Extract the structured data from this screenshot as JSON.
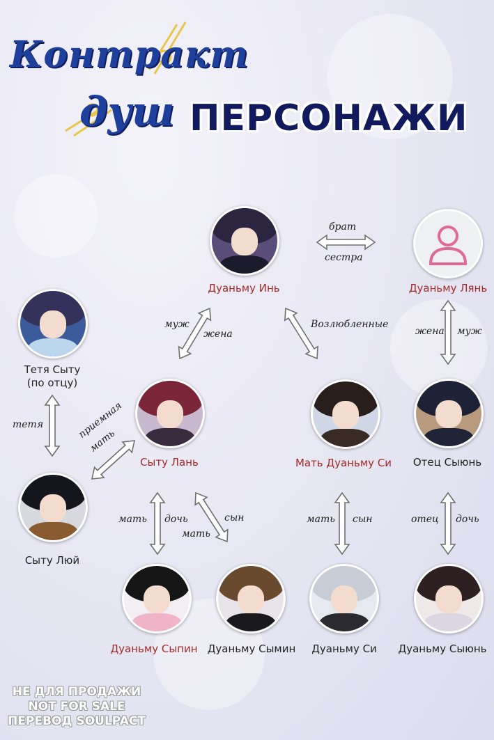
{
  "logo": {
    "line1": "Контракт",
    "line2": "душ"
  },
  "title": "ПЕРСОНАЖИ",
  "colors": {
    "highlight_name": "#a52a2a",
    "regular_name": "#222222",
    "title": "#111a5c"
  },
  "characters": {
    "yin": {
      "name": "Дуаньму Инь"
    },
    "lian": {
      "name": "Дуаньму Лянь"
    },
    "aunt": {
      "name": "Тетя Сыту",
      "name2": "(по отцу)"
    },
    "lan": {
      "name": "Сыту Лань"
    },
    "mother_si": {
      "name": "Мать Дуаньму Си"
    },
    "father": {
      "name": "Отец Сыюнь"
    },
    "lui": {
      "name": "Сыту Люй"
    },
    "sypin": {
      "name": "Дуаньму Сыпин"
    },
    "symin": {
      "name": "Дуаньму Сымин"
    },
    "si": {
      "name": "Дуаньму Си"
    },
    "syun": {
      "name": "Дуаньму Сыюнь"
    }
  },
  "relations": {
    "brat": "брат",
    "sestra": "сестра",
    "muzh1": "муж",
    "zhena1": "жена",
    "vozl": "Возлюбленные",
    "zhena2": "жена",
    "muzh2": "муж",
    "tetya": "тетя",
    "priem1": "приемная",
    "priem2": "мать",
    "mat1": "мать",
    "doch1": "дочь",
    "syn1": "сын",
    "mat2": "мать",
    "mat3": "мать",
    "syn2": "сын",
    "otec": "отец",
    "doch2": "дочь"
  },
  "watermark": {
    "line1": "НЕ ДЛЯ ПРОДАЖИ",
    "line2": "NOT FOR SALE",
    "line3": "ПЕРЕВОД SOULPACT"
  }
}
